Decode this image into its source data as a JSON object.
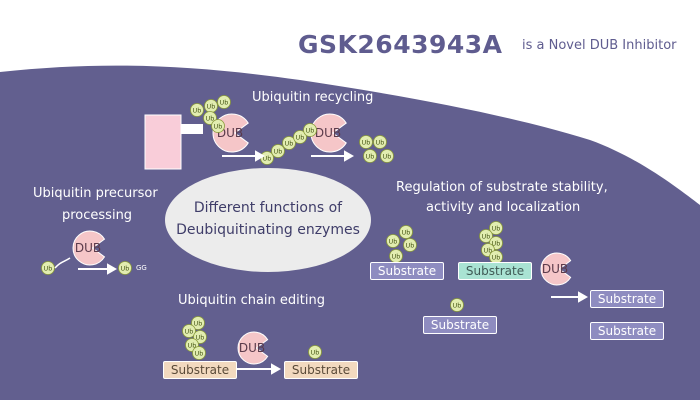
{
  "title": {
    "main": "GSK2643943A",
    "sub": "is a Novel DUB Inhibitor"
  },
  "center": {
    "line1": "Different functions of",
    "line2": "Deubiquitinating enzymes"
  },
  "sections": {
    "recycling": "Ubiquitin recycling",
    "precursor_line1": "Ubiquitin precursor",
    "precursor_line2": "processing",
    "regulation_line1": "Regulation of substrate stability,",
    "regulation_line2": "activity and localization",
    "chain_editing": "Ubiquitin chain editing"
  },
  "labels": {
    "dub": "DUB",
    "ub": "Ub",
    "gg": "GG",
    "substrate": "Substrate"
  },
  "colors": {
    "background_purple": "#625f8f",
    "title": "#5f5c8f",
    "ub_circle": "#e2edb0",
    "dub_enzyme": "#f5c6c8",
    "substrate_blue": "#8e8cc0",
    "substrate_green": "#a9e3d3",
    "substrate_tan": "#f2d9bf",
    "ellipse": "#ececec"
  }
}
